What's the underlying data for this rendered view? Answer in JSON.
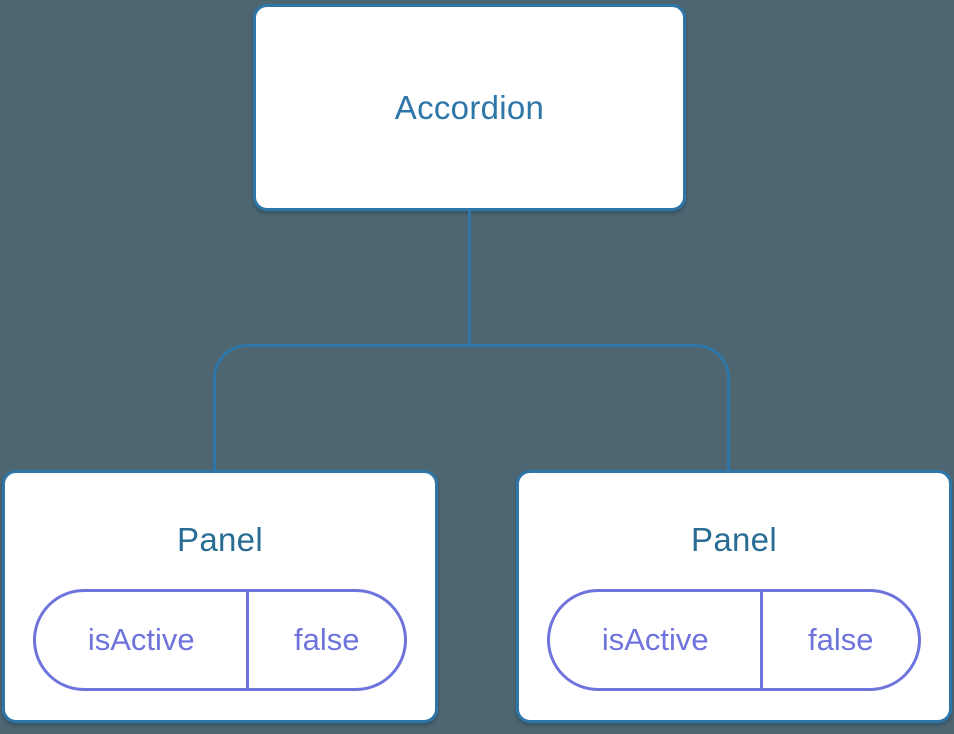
{
  "diagram": {
    "root": {
      "label": "Accordion"
    },
    "panels": [
      {
        "title": "Panel",
        "state_key": "isActive",
        "state_value": "false"
      },
      {
        "title": "Panel",
        "state_key": "isActive",
        "state_value": "false"
      }
    ],
    "colors": {
      "background": "#4d6672",
      "connector": "#2e76a8",
      "node_border": "#2e76a8",
      "node_background": "#ffffff",
      "root_label_text": "#2e76a8",
      "panel_title_text": "#2a6d94",
      "pill_border": "#6f73dc",
      "pill_text": "#6f73dc"
    }
  }
}
